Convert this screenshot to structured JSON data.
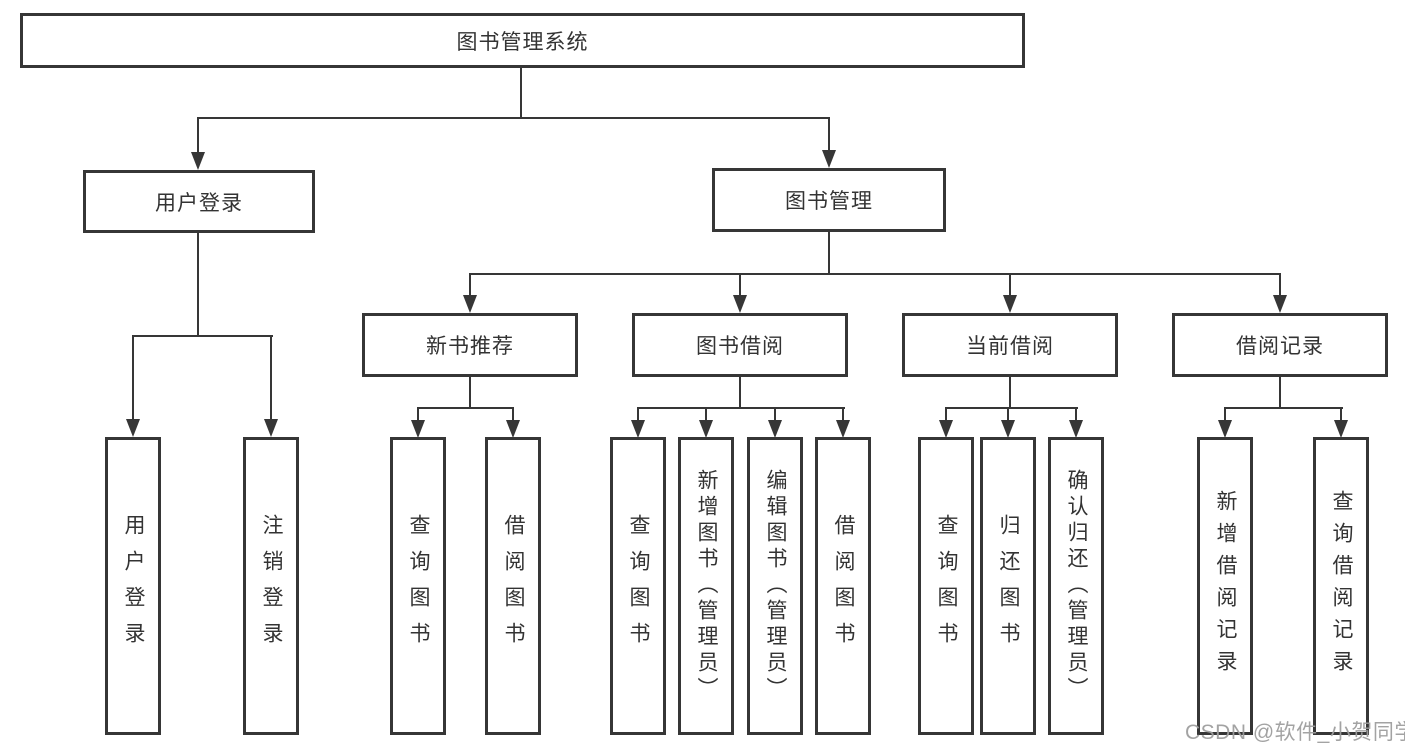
{
  "tree": {
    "label": "图书管理系统",
    "children": [
      {
        "label": "用户登录",
        "children": [
          {
            "label": "用户登录"
          },
          {
            "label": "注销登录"
          }
        ]
      },
      {
        "label": "图书管理",
        "children": [
          {
            "label": "新书推荐",
            "children": [
              {
                "label": "查询图书"
              },
              {
                "label": "借阅图书"
              }
            ]
          },
          {
            "label": "图书借阅",
            "children": [
              {
                "label": "查询图书"
              },
              {
                "label": "新增图书（管理员）"
              },
              {
                "label": "编辑图书（管理员）"
              },
              {
                "label": "借阅图书"
              }
            ]
          },
          {
            "label": "当前借阅",
            "children": [
              {
                "label": "查询图书"
              },
              {
                "label": "归还图书"
              },
              {
                "label": "确认归还（管理员）"
              }
            ]
          },
          {
            "label": "借阅记录",
            "children": [
              {
                "label": "新增借阅记录"
              },
              {
                "label": "查询借阅记录"
              }
            ]
          }
        ]
      }
    ]
  },
  "watermark": "CSDN @软件_小贺同学",
  "colors": {
    "line": "#363636",
    "text": "#333333",
    "box_background": "#ffffff",
    "watermark": "#9e9e9e"
  }
}
